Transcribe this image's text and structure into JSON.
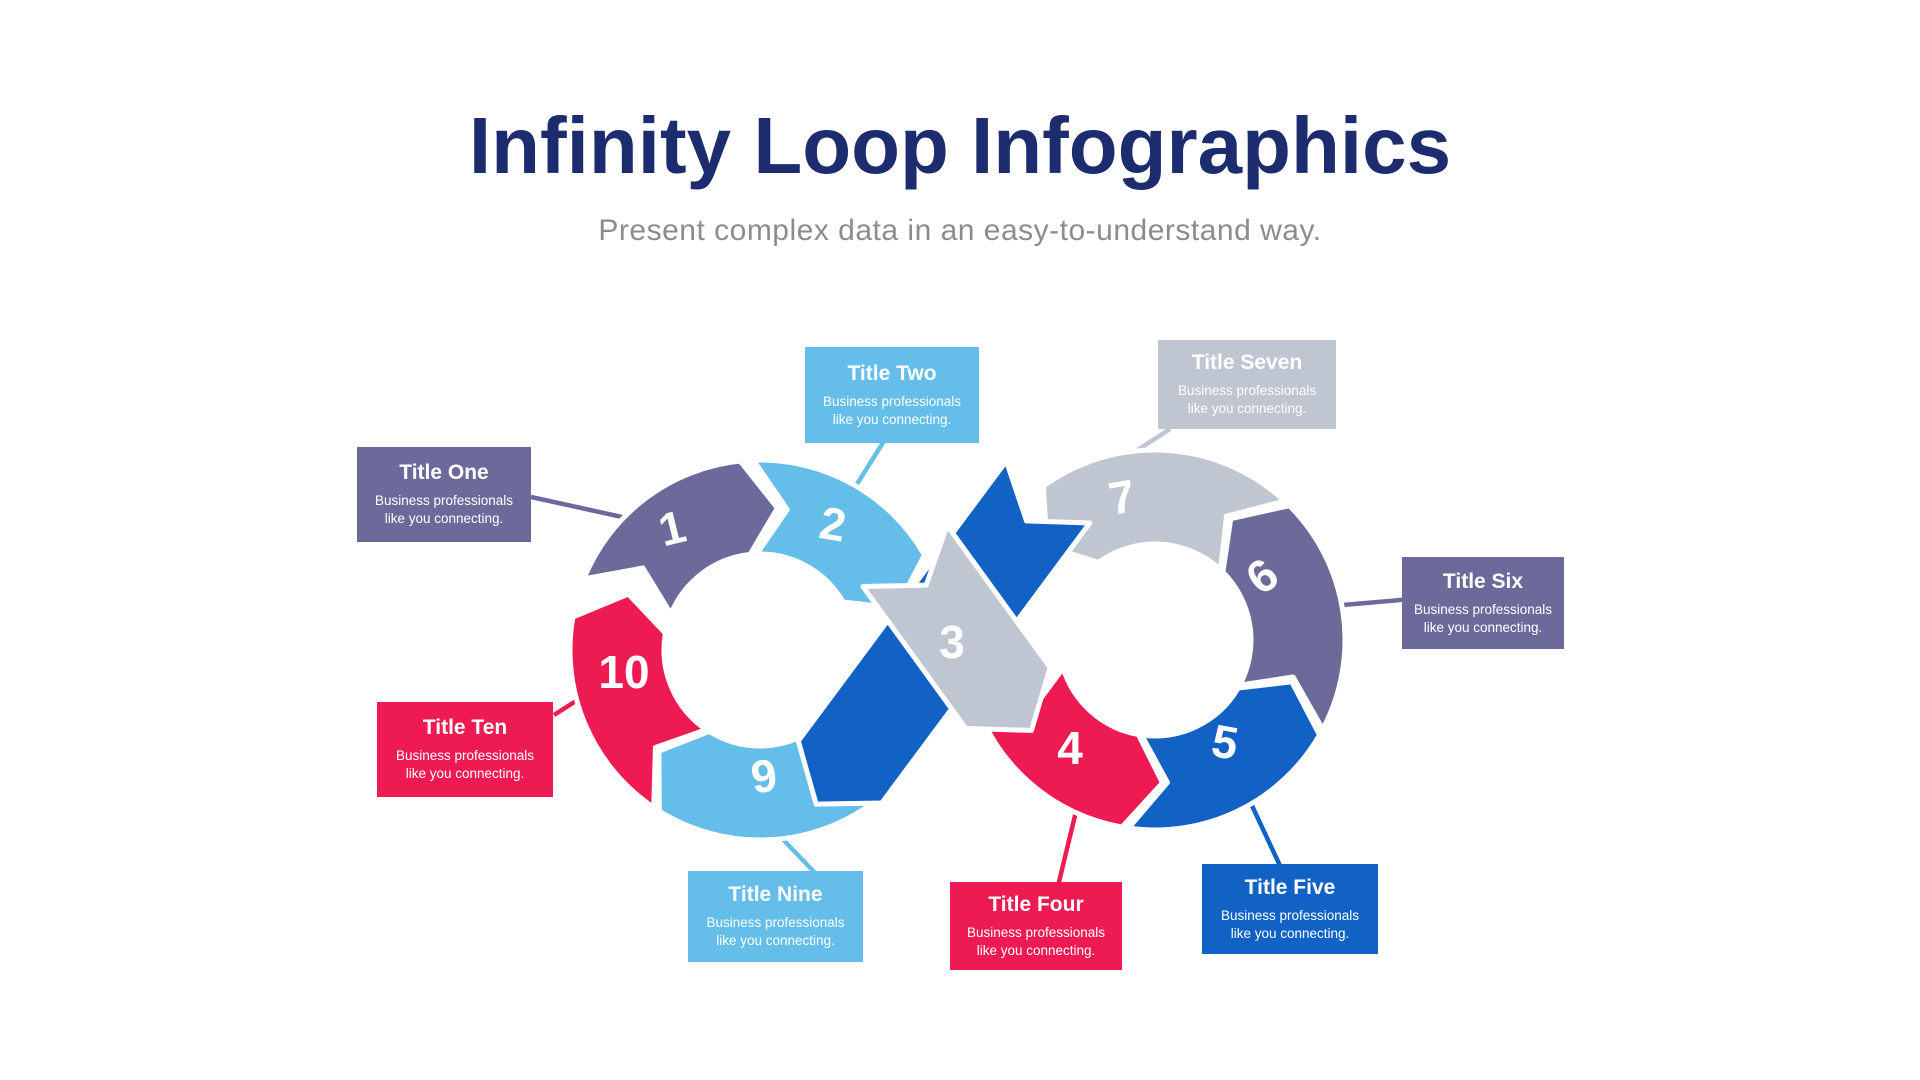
{
  "page": {
    "title": "Infinity Loop Infographics",
    "subtitle": "Present complex data in an easy-to-understand way.",
    "title_color": "#1D2C6E",
    "subtitle_color": "#8C8C8C",
    "background": "#FFFFFF"
  },
  "palette": {
    "purple": "#6B6A9B",
    "light_blue": "#64BEE9",
    "crimson": "#EE1A52",
    "gray": "#C0C5D2",
    "blue": "#1262C5",
    "text_on_color": "#FFFFFF"
  },
  "segments": [
    {
      "number": "1",
      "color_key": "purple",
      "number_visible": true
    },
    {
      "number": "2",
      "color_key": "light_blue",
      "number_visible": true
    },
    {
      "number": "3",
      "color_key": "gray",
      "number_visible": true
    },
    {
      "number": "4",
      "color_key": "crimson",
      "number_visible": true
    },
    {
      "number": "5",
      "color_key": "blue",
      "number_visible": true
    },
    {
      "number": "6",
      "color_key": "purple",
      "number_visible": true
    },
    {
      "number": "7",
      "color_key": "gray",
      "number_visible": true
    },
    {
      "number": "8",
      "color_key": "blue",
      "number_visible": false
    },
    {
      "number": "9",
      "color_key": "light_blue",
      "number_visible": true
    },
    {
      "number": "10",
      "color_key": "crimson",
      "number_visible": true
    }
  ],
  "callouts": [
    {
      "id": "one",
      "title": "Title One",
      "body": "Business professionals like you connecting.",
      "color_key": "purple"
    },
    {
      "id": "two",
      "title": "Title Two",
      "body": "Business professionals like you connecting.",
      "color_key": "light_blue"
    },
    {
      "id": "four",
      "title": "Title Four",
      "body": "Business professionals like you connecting.",
      "color_key": "crimson"
    },
    {
      "id": "five",
      "title": "Title Five",
      "body": "Business professionals like you connecting.",
      "color_key": "blue"
    },
    {
      "id": "six",
      "title": "Title Six",
      "body": "Business professionals like you connecting.",
      "color_key": "purple"
    },
    {
      "id": "seven",
      "title": "Title Seven",
      "body": "Business professionals like you connecting.",
      "color_key": "gray"
    },
    {
      "id": "nine",
      "title": "Title Nine",
      "body": "Business professionals like you connecting.",
      "color_key": "light_blue"
    },
    {
      "id": "ten",
      "title": "Title Ten",
      "body": "Business professionals like you connecting.",
      "color_key": "crimson"
    }
  ]
}
